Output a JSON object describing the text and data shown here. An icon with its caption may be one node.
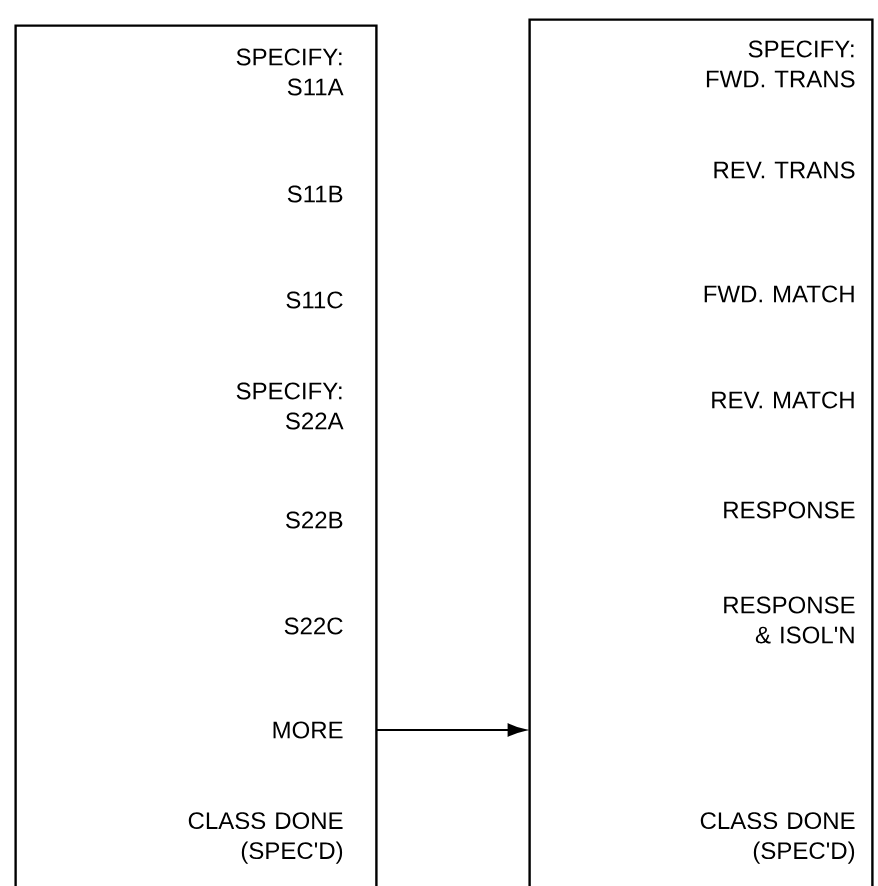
{
  "diagram": {
    "nodes": [
      {
        "text": [],
        "shape": "box"
      },
      {
        "text": [
          "SPECIFY: S11A"
        ],
        "in": 0
      },
      {
        "text": [
          "S11B"
        ],
        "in": 0
      },
      {
        "text": [
          "S11C"
        ],
        "in": 0
      },
      {
        "text": [
          "SPECIFY: S22A"
        ],
        "in": 0
      },
      {
        "text": [
          "S22B"
        ],
        "in": 0
      },
      {
        "text": [
          "S22C"
        ],
        "in": 0
      },
      {
        "text": [
          "MORE"
        ],
        "in": 0
      },
      {
        "text": [
          "CLASS DONE (SPEC'D)"
        ],
        "in": 0
      },
      {
        "text": [],
        "shape": "box"
      },
      {
        "text": [
          "SPECIFY: FWD. TRANS"
        ],
        "in": 9
      },
      {
        "text": [
          "REV. TRANS"
        ],
        "in": 9
      },
      {
        "text": [
          "FWD. MATCH"
        ],
        "in": 9
      },
      {
        "text": [
          "REV. MATCH"
        ],
        "in": 9
      },
      {
        "text": [
          "RESPONSE"
        ],
        "in": 9
      },
      {
        "text": [
          "RESPONSE & ISOL'N"
        ],
        "in": 9
      },
      {
        "text": [
          "CLASS DONE (SPEC'D)"
        ],
        "in": 9
      }
    ],
    "edges": [
      {
        "from": 7,
        "to": 9,
        "arrow": "to"
      }
    ]
  }
}
